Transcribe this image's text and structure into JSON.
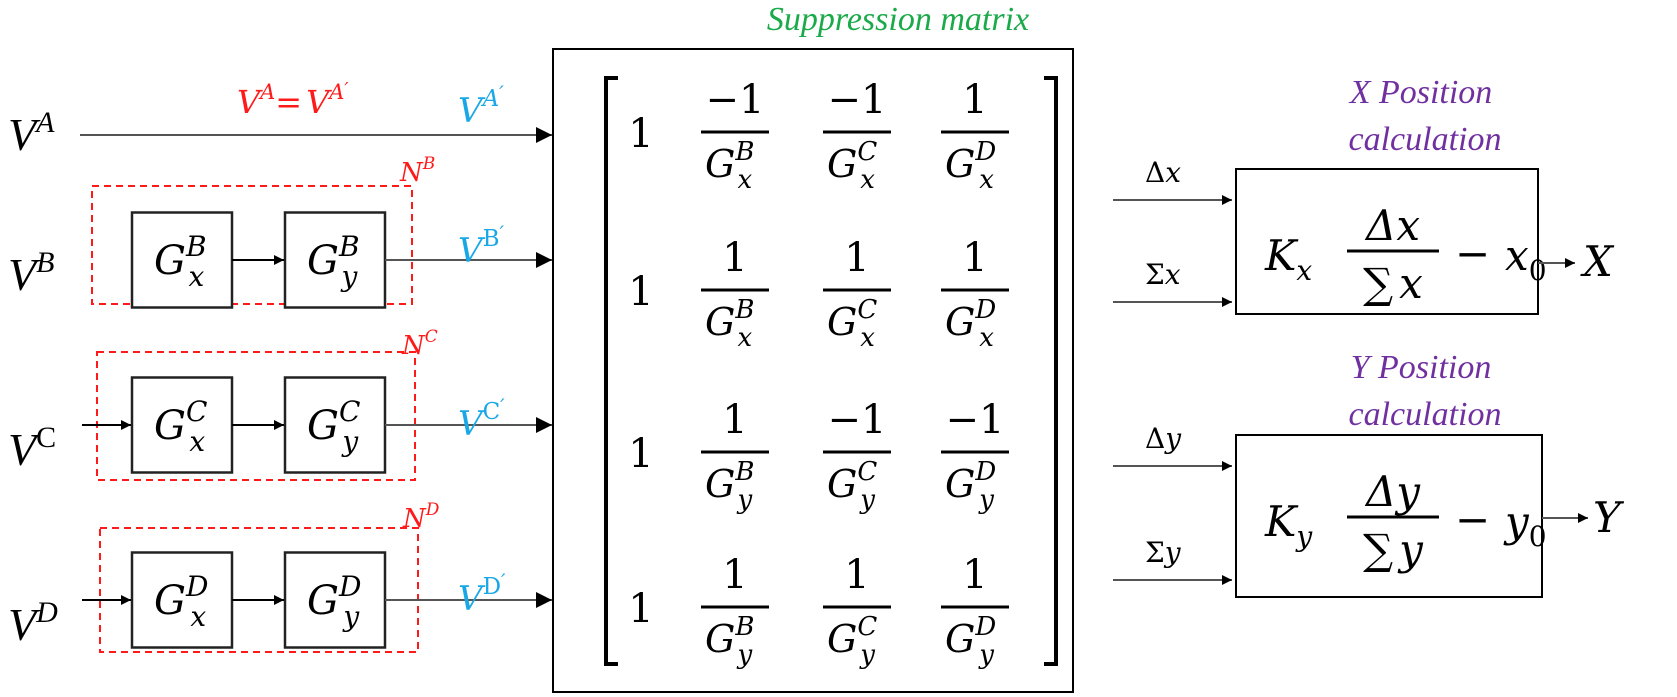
{
  "title": "Suppression matrix",
  "colors": {
    "title": "#1aaa4a",
    "red": "#ff1a1a",
    "blue": "#19a7e6",
    "purple": "#7030a0",
    "line": "#000000"
  },
  "inputs": [
    {
      "base": "V",
      "sup": "A"
    },
    {
      "base": "V",
      "sup": "B"
    },
    {
      "base": "V",
      "sup": "C"
    },
    {
      "base": "V",
      "sup": "D"
    }
  ],
  "equality_label": {
    "lhs_base": "V",
    "lhs_sup": "A",
    "eq": "=",
    "rhs_base": "V",
    "rhs_sup": "A",
    "prime": "′"
  },
  "outputs": [
    {
      "base": "V",
      "sup": "A",
      "prime": "′"
    },
    {
      "base": "V",
      "sup": "B",
      "prime": "′"
    },
    {
      "base": "V",
      "sup": "C",
      "prime": "′"
    },
    {
      "base": "V",
      "sup": "D",
      "prime": "′"
    }
  ],
  "networks": [
    {
      "label_base": "N",
      "label_sup": "B",
      "blocks": [
        {
          "base": "G",
          "sup": "B",
          "sub": "x"
        },
        {
          "base": "G",
          "sup": "B",
          "sub": "y"
        }
      ]
    },
    {
      "label_base": "N",
      "label_sup": "C",
      "blocks": [
        {
          "base": "G",
          "sup": "C",
          "sub": "x"
        },
        {
          "base": "G",
          "sup": "C",
          "sub": "y"
        }
      ]
    },
    {
      "label_base": "N",
      "label_sup": "D",
      "blocks": [
        {
          "base": "G",
          "sup": "D",
          "sub": "x"
        },
        {
          "base": "G",
          "sup": "D",
          "sub": "y"
        }
      ]
    }
  ],
  "matrix": {
    "rows": [
      [
        {
          "text": "1"
        },
        {
          "num": "−1",
          "den_base": "G",
          "den_sup": "B",
          "den_sub": "x"
        },
        {
          "num": "−1",
          "den_base": "G",
          "den_sup": "C",
          "den_sub": "x"
        },
        {
          "num": "1",
          "den_base": "G",
          "den_sup": "D",
          "den_sub": "x"
        }
      ],
      [
        {
          "text": "1"
        },
        {
          "num": "1",
          "den_base": "G",
          "den_sup": "B",
          "den_sub": "x"
        },
        {
          "num": "1",
          "den_base": "G",
          "den_sup": "C",
          "den_sub": "x"
        },
        {
          "num": "1",
          "den_base": "G",
          "den_sup": "D",
          "den_sub": "x"
        }
      ],
      [
        {
          "text": "1"
        },
        {
          "num": "1",
          "den_base": "G",
          "den_sup": "B",
          "den_sub": "y"
        },
        {
          "num": "−1",
          "den_base": "G",
          "den_sup": "C",
          "den_sub": "y"
        },
        {
          "num": "−1",
          "den_base": "G",
          "den_sup": "D",
          "den_sub": "y"
        }
      ],
      [
        {
          "text": "1"
        },
        {
          "num": "1",
          "den_base": "G",
          "den_sup": "B",
          "den_sub": "y"
        },
        {
          "num": "1",
          "den_base": "G",
          "den_sup": "C",
          "den_sub": "y"
        },
        {
          "num": "1",
          "den_base": "G",
          "den_sup": "D",
          "den_sub": "y"
        }
      ]
    ]
  },
  "signals": [
    {
      "prefix": "Δ",
      "var": "x"
    },
    {
      "prefix": "Σ",
      "var": "x"
    },
    {
      "prefix": "Δ",
      "var": "y"
    },
    {
      "prefix": "Σ",
      "var": "y"
    }
  ],
  "calcs": [
    {
      "title_line1": "X Position",
      "title_line2": "calculation",
      "K": "K",
      "K_sub": "x",
      "num": "Δx",
      "den_sym": "∑",
      "den_var": "x",
      "minus": "−",
      "offset": "x",
      "offset_sub": "0",
      "output": "X"
    },
    {
      "title_line1": "Y Position",
      "title_line2": "calculation",
      "K": "K",
      "K_sub": "y",
      "num": "Δy",
      "den_sym": "∑",
      "den_var": "y",
      "minus": "−",
      "offset": "y",
      "offset_sub": "0",
      "output": "Y"
    }
  ]
}
